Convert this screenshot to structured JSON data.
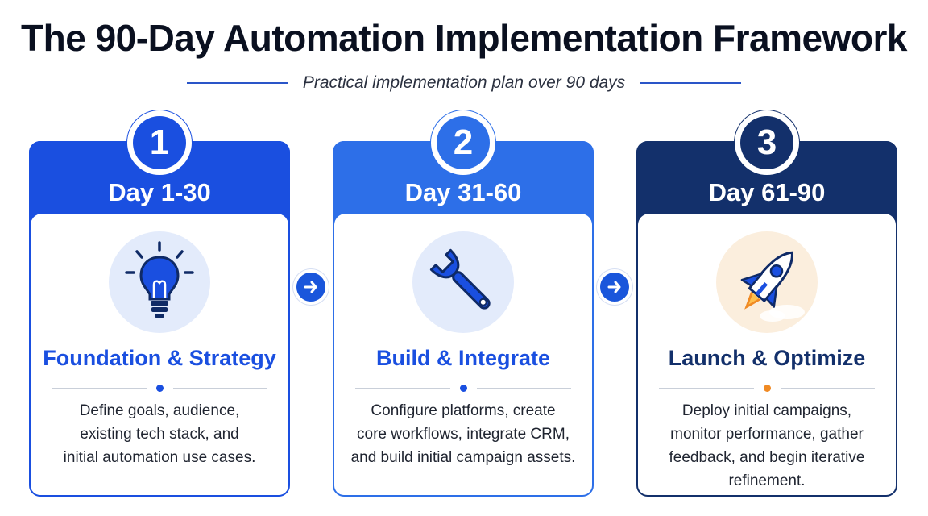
{
  "title": "The 90-Day Automation Implementation Framework",
  "subtitle": "Practical implementation plan over 90 days",
  "phases": [
    {
      "number": "1",
      "days": "Day 1-30",
      "title": "Foundation & Strategy",
      "description": "Define goals, audience,\nexisting tech stack, and\ninitial automation use cases.",
      "icon": "lightbulb-icon",
      "color": "#1a4fe0",
      "accent": "#1a4fe0"
    },
    {
      "number": "2",
      "days": "Day 31-60",
      "title": "Build & Integrate",
      "description": "Configure platforms, create\ncore workflows, integrate CRM,\nand build initial campaign assets.",
      "icon": "wrench-icon",
      "color": "#2d6fe8",
      "accent": "#1a4fe0"
    },
    {
      "number": "3",
      "days": "Day 61-90",
      "title": "Launch & Optimize",
      "description": "Deploy initial campaigns,\nmonitor performance, gather\nfeedback, and begin iterative\nrefinement.",
      "icon": "rocket-icon",
      "color": "#13306b",
      "accent": "#f08a24"
    }
  ]
}
